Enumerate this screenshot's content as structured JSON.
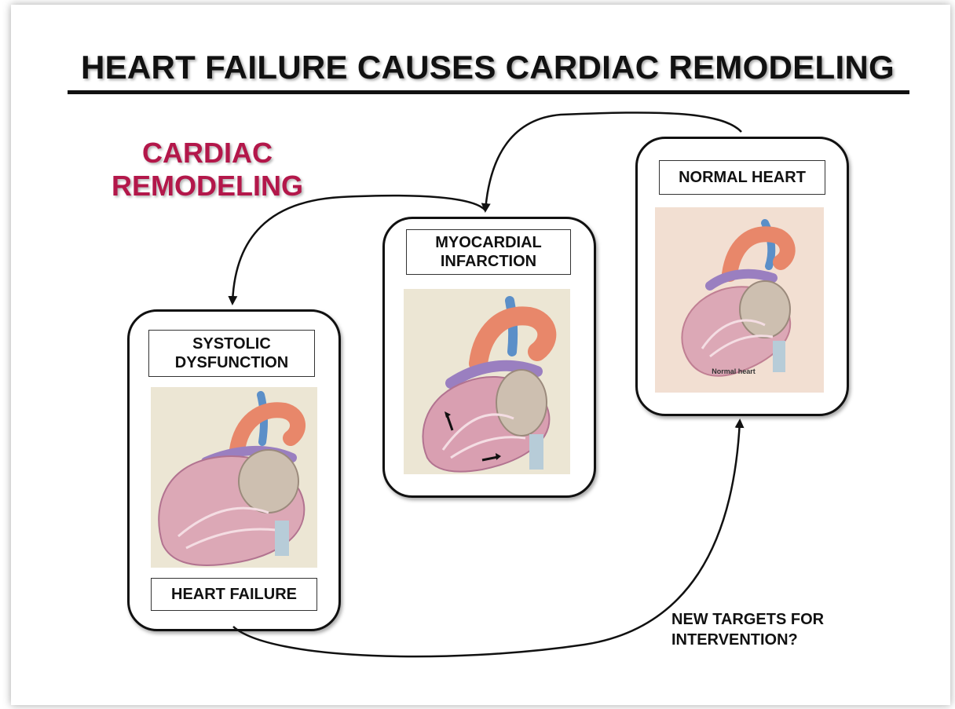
{
  "title": "HEART FAILURE CAUSES CARDIAC REMODELING",
  "remodeling_label": "CARDIAC\nREMODELING",
  "cards": {
    "normal": {
      "label": "NORMAL HEART",
      "caption": "Normal heart"
    },
    "infarction": {
      "label": "MYOCARDIAL\nINFARCTION"
    },
    "systolic": {
      "label": "SYSTOLIC\nDYSFUNCTION",
      "bottom_label": "HEART FAILURE"
    }
  },
  "intervention_note": "NEW TARGETS FOR\nINTERVENTION?",
  "colors": {
    "remodeling_text": "#b3174a",
    "myocardium": "#dca8b6",
    "aorta": "#e8876a",
    "vein_blue": "#5b8fc8",
    "vessel_purple": "#9a7fc0",
    "atrium": "#cdbfb0"
  }
}
